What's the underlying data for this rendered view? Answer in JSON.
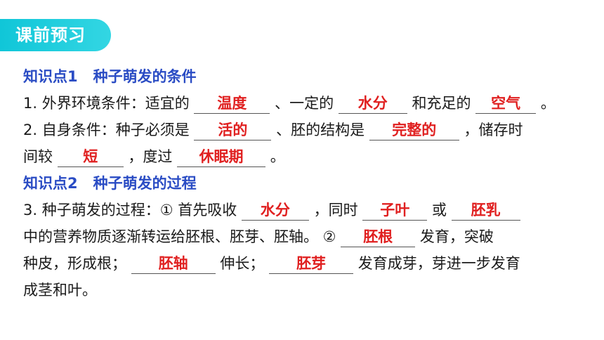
{
  "tag": "课前预习",
  "k1": {
    "num": "知识点1",
    "title": "种子萌发的条件"
  },
  "l1": {
    "p1": "1. 外界环境条件：适宜的",
    "a1": "温度",
    "p2": "、一定的",
    "a2": "水分",
    "p3": "和充足的",
    "a3": "空气",
    "p4": "。"
  },
  "l2": {
    "p1": "2. 自身条件：种子必须是",
    "a1": "活的",
    "p2": "、胚的结构是",
    "a2": "完整的",
    "p3": "，储存时"
  },
  "l3": {
    "p1": "间较",
    "a1": "短",
    "p2": "，度过",
    "a2": "休眠期",
    "p3": "。"
  },
  "k2": {
    "num": "知识点2",
    "title": "种子萌发的过程"
  },
  "l4": {
    "p1": "3. 种子萌发的过程：① 首先吸收",
    "a1": "水分",
    "p2": "，同时",
    "a2": "子叶",
    "p3": "或",
    "a3": "胚乳"
  },
  "l5": {
    "p1": "中的营养物质逐渐转运给胚根、胚芽、胚轴。 ②",
    "a1": "胚根",
    "p2": "发育，突破"
  },
  "l6": {
    "p1": "种皮，形成根；",
    "a1": "胚轴",
    "p2": "伸长；",
    "a2": "胚芽",
    "p3": "发育成芽，芽进一步发育"
  },
  "l7": {
    "p1": "成茎和叶。"
  },
  "colors": {
    "heading": "#2a4cc4",
    "answer": "#e02020",
    "tag": "#1ccbdc"
  }
}
